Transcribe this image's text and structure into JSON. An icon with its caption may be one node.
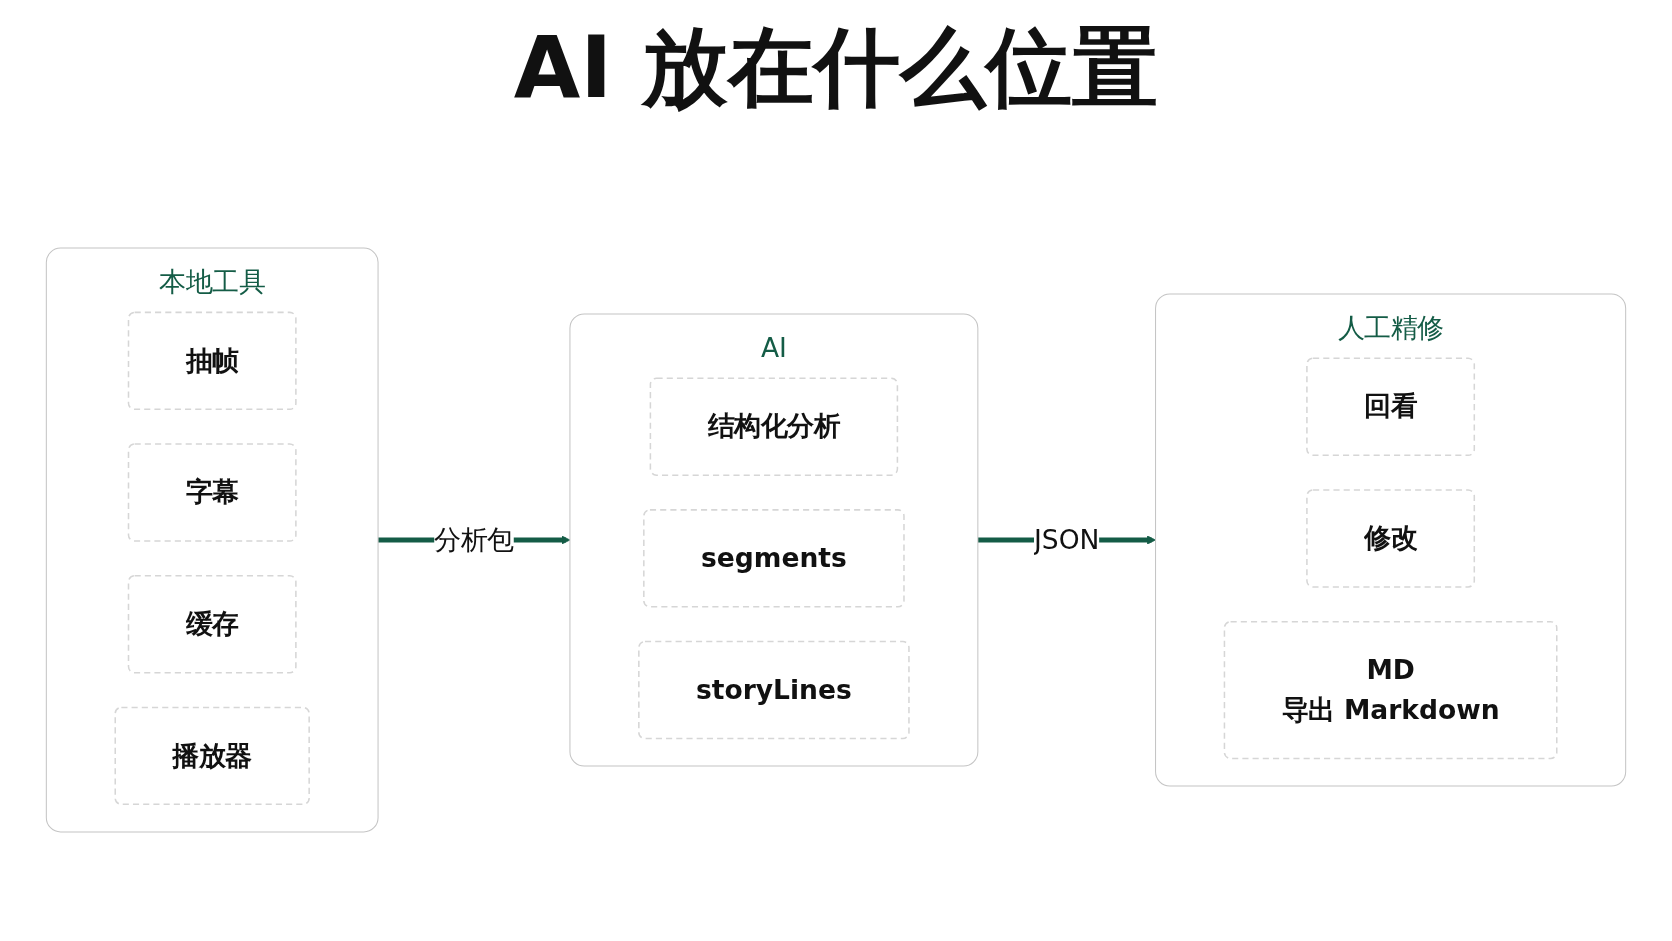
{
  "diagram": {
    "title": "AI 放在什么位置",
    "nodes": [
      {
        "text": [
          "本地工具"
        ]
      },
      {
        "text": [
          "抽帧"
        ],
        "in": 0
      },
      {
        "text": [
          "字幕"
        ],
        "in": 0
      },
      {
        "text": [
          "缓存"
        ],
        "in": 0
      },
      {
        "text": [
          "播放器"
        ],
        "in": 0
      },
      {
        "text": [
          "AI"
        ]
      },
      {
        "text": [
          "结构化分析"
        ],
        "in": 5
      },
      {
        "text": [
          "segments"
        ],
        "in": 5
      },
      {
        "text": [
          "storyLines"
        ],
        "in": 5
      },
      {
        "text": [
          "人工精修"
        ]
      },
      {
        "text": [
          "回看"
        ],
        "in": 9
      },
      {
        "text": [
          "修改"
        ],
        "in": 9
      },
      {
        "text": [
          "MD",
          "导出 Markdown"
        ],
        "in": 9
      }
    ],
    "edges": [
      {
        "from": 0,
        "to": 5,
        "arrow": "to",
        "label": "分析包"
      },
      {
        "from": 5,
        "to": 9,
        "arrow": "to",
        "label": "JSON"
      }
    ]
  }
}
